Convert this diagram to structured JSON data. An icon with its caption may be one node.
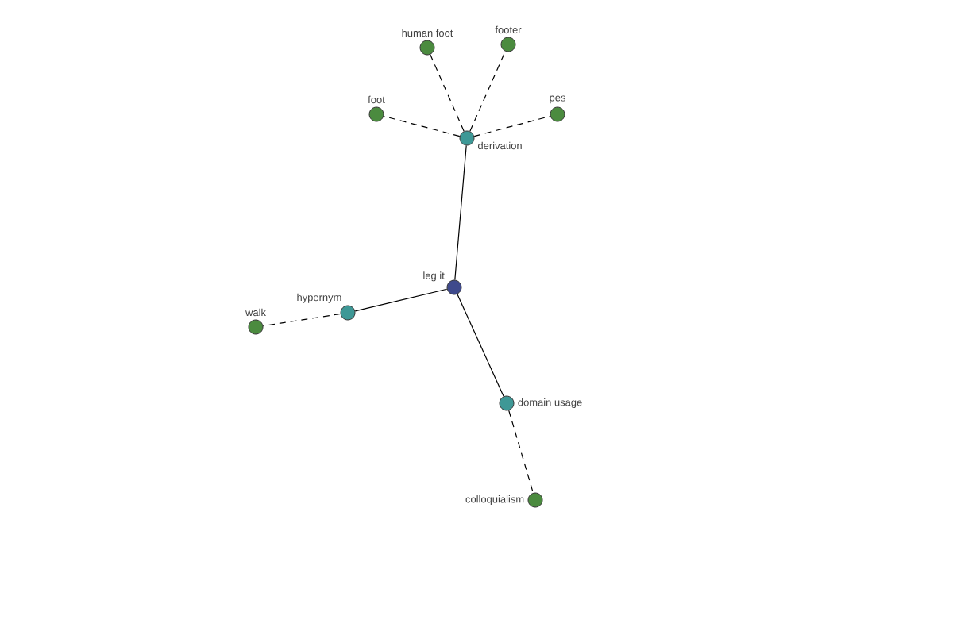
{
  "diagram": {
    "nodes": [
      {
        "text": [
          "leg it"
        ]
      },
      {
        "text": [
          "derivation"
        ]
      },
      {
        "text": [
          "hypernym"
        ]
      },
      {
        "text": [
          "domain usage"
        ]
      },
      {
        "text": [
          "foot"
        ]
      },
      {
        "text": [
          "human foot"
        ]
      },
      {
        "text": [
          "footer"
        ]
      },
      {
        "text": [
          "pes"
        ]
      },
      {
        "text": [
          "walk"
        ]
      },
      {
        "text": [
          "colloquialism"
        ]
      }
    ],
    "edges": [
      {
        "from": 0,
        "to": 1,
        "arrow": "none"
      },
      {
        "from": 0,
        "to": 2,
        "arrow": "none"
      },
      {
        "from": 0,
        "to": 3,
        "arrow": "none"
      },
      {
        "from": 1,
        "to": 4,
        "arrow": "none",
        "style": "dashed"
      },
      {
        "from": 1,
        "to": 5,
        "arrow": "none",
        "style": "dashed"
      },
      {
        "from": 1,
        "to": 6,
        "arrow": "none",
        "style": "dashed"
      },
      {
        "from": 1,
        "to": 7,
        "arrow": "none",
        "style": "dashed"
      },
      {
        "from": 2,
        "to": 8,
        "arrow": "none",
        "style": "dashed"
      },
      {
        "from": 3,
        "to": 9,
        "arrow": "none",
        "style": "dashed"
      }
    ]
  }
}
